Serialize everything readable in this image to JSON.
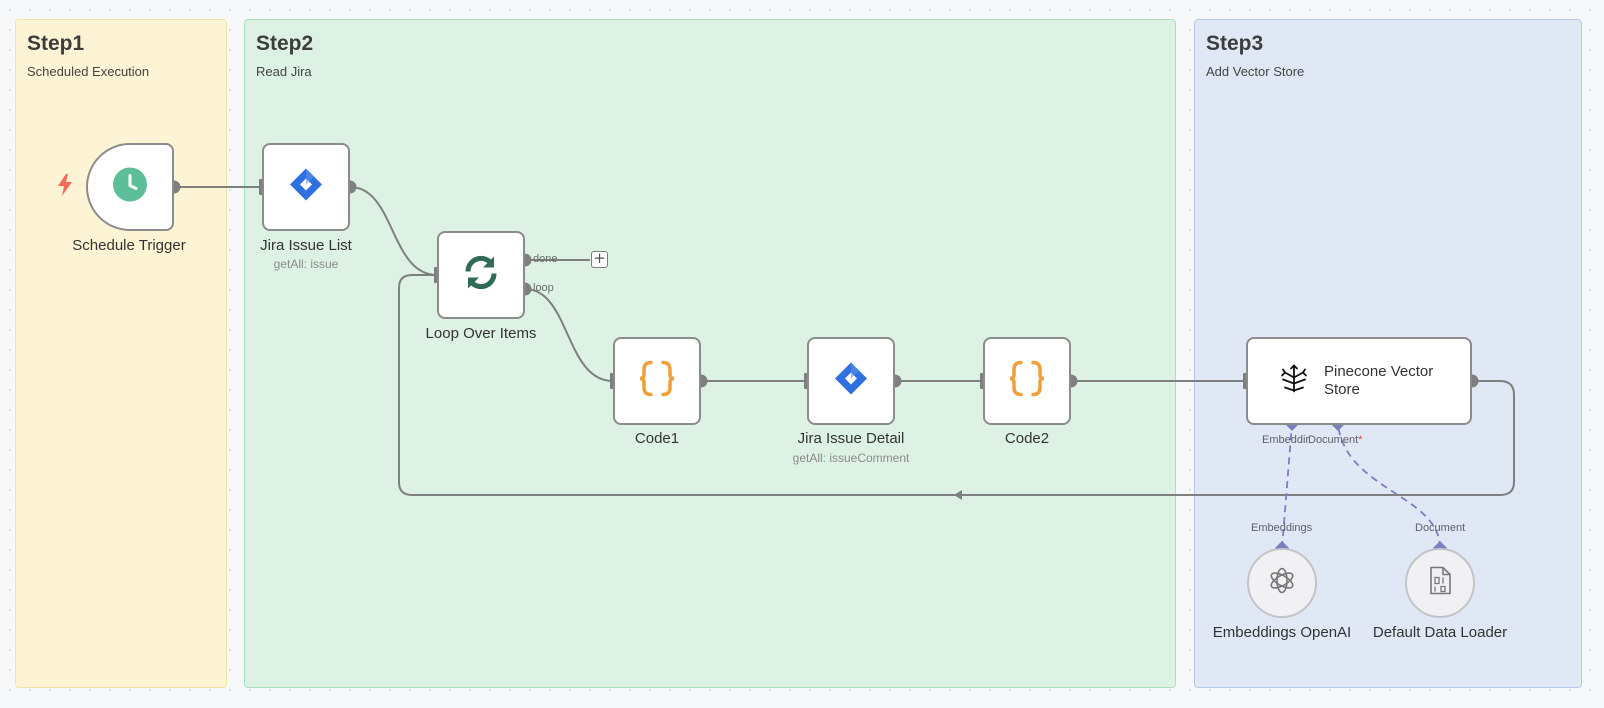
{
  "colors": {
    "step1_bg": "#fdf4d6",
    "step2_bg": "#ddf2e4",
    "step3_bg": "#e0e8f6",
    "edge": "#7f7f7f",
    "ai_connection": "#7a7fbd",
    "trigger_bolt": "#f26b5b",
    "schedule_icon": "#5cbf99",
    "jira_icon": "#2f6fe0",
    "loop_icon": "#2f6b55",
    "code_icon": "#f0a03a"
  },
  "stickies": [
    {
      "title": "Step1",
      "subtitle": "Scheduled Execution"
    },
    {
      "title": "Step2",
      "subtitle": "Read Jira"
    },
    {
      "title": "Step3",
      "subtitle": "Add Vector Store"
    }
  ],
  "nodes": {
    "schedule_trigger": {
      "label": "Schedule Trigger",
      "icon": "clock-icon"
    },
    "jira_issue_list": {
      "label": "Jira Issue List",
      "subtitle": "getAll: issue",
      "icon": "jira-icon"
    },
    "loop_over_items": {
      "label": "Loop Over Items",
      "icon": "refresh-icon",
      "outputs": [
        "done",
        "loop"
      ]
    },
    "code1": {
      "label": "Code1",
      "icon": "braces-icon"
    },
    "jira_issue_detail": {
      "label": "Jira Issue Detail",
      "subtitle": "getAll: issueComment",
      "icon": "jira-icon"
    },
    "code2": {
      "label": "Code2",
      "icon": "braces-icon"
    },
    "pinecone_vector_store": {
      "label": "Pinecone Vector Store",
      "icon": "pinecone-icon",
      "inputs": [
        "Embeddir",
        "Document"
      ],
      "required_mark": "*"
    },
    "embeddings_openai": {
      "label": "Embeddings OpenAI",
      "port_label": "Embeddings",
      "icon": "openai-icon"
    },
    "default_data_loader": {
      "label": "Default Data Loader",
      "port_label": "Document",
      "icon": "document-icon"
    }
  },
  "add_button": {
    "symbol": "+"
  }
}
